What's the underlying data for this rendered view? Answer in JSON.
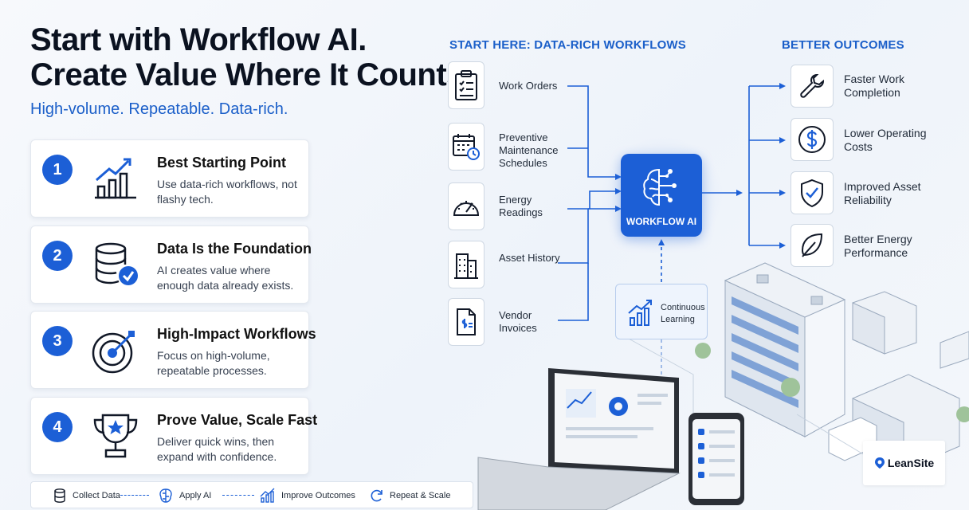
{
  "header": {
    "title_line1": "Start with Workflow AI.",
    "title_line2": "Create Value Where It Counts.",
    "subtitle": "High-volume. Repeatable. Data-rich."
  },
  "cards": [
    {
      "number": "1",
      "title": "Best Starting Point",
      "desc": "Use data-rich workflows, not flashy tech.",
      "icon": "bar-chart-growth-icon"
    },
    {
      "number": "2",
      "title": "Data Is the Foundation",
      "desc": "AI creates value where enough data already exists.",
      "icon": "database-check-icon"
    },
    {
      "number": "3",
      "title": "High-Impact Workflows",
      "desc": "Focus on high-volume, repeatable processes.",
      "icon": "target-arrow-icon"
    },
    {
      "number": "4",
      "title": "Prove Value, Scale Fast",
      "desc": "Deliver quick wins, then expand with confidence.",
      "icon": "trophy-icon"
    }
  ],
  "process": [
    {
      "label": "Collect Data",
      "icon": "database-icon"
    },
    {
      "label": "Apply AI",
      "icon": "brain-icon"
    },
    {
      "label": "Improve Outcomes",
      "icon": "chart-icon"
    },
    {
      "label": "Repeat & Scale",
      "icon": "repeat-icon"
    }
  ],
  "inputs": {
    "heading": "START HERE: DATA-RICH WORKFLOWS",
    "items": [
      {
        "label": "Work Orders",
        "icon": "clipboard-checklist-icon"
      },
      {
        "label": "Preventive Maintenance Schedules",
        "icon": "calendar-clock-icon"
      },
      {
        "label": "Energy Readings",
        "icon": "gauge-icon"
      },
      {
        "label": "Asset History",
        "icon": "building-icon"
      },
      {
        "label": "Vendor Invoices",
        "icon": "invoice-icon"
      }
    ]
  },
  "ai": {
    "label": "WORKFLOW AI",
    "icon": "ai-brain-icon"
  },
  "learning": {
    "label": "Continuous Learning",
    "icon": "trend-chart-icon"
  },
  "outcomes": {
    "heading": "BETTER OUTCOMES",
    "items": [
      {
        "label": "Faster Work Completion",
        "icon": "wrench-icon"
      },
      {
        "label": "Lower Operating Costs",
        "icon": "dollar-icon"
      },
      {
        "label": "Improved Asset Reliability",
        "icon": "shield-check-icon"
      },
      {
        "label": "Better Energy Performance",
        "icon": "leaf-icon"
      }
    ]
  },
  "logo": {
    "text": "LeanSite"
  },
  "colors": {
    "accent": "#1c5fd6",
    "accent_text": "#1b5fc9",
    "ink": "#0b1220"
  }
}
